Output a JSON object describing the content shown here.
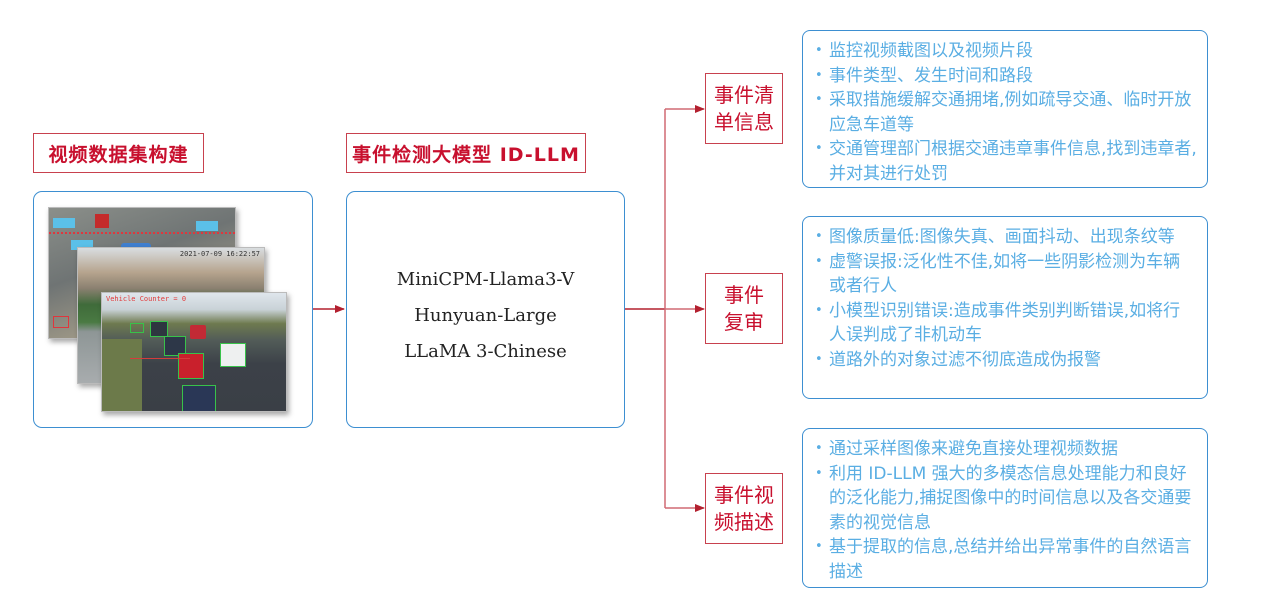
{
  "colors": {
    "label_red": "#c8102e",
    "box_blue": "#3d8fd1",
    "info_text_blue": "#5aaee3",
    "connector_red": "#b3202f"
  },
  "stage1": {
    "title": "视频数据集构建",
    "frames": {
      "frame2_timestamp": "2021-07-09 16:22:57",
      "frame3_overlay": "Vehicle Counter = 0"
    }
  },
  "stage2": {
    "title": "事件检测大模型 ID-LLM",
    "models": [
      "MiniCPM-Llama3-V",
      "Hunyuan-Large",
      "LLaMA 3-Chinese"
    ]
  },
  "outputs": [
    {
      "label_lines": [
        "事件清",
        "单信息"
      ],
      "bullets": [
        "监控视频截图以及视频片段",
        "事件类型、发生时间和路段",
        "采取措施缓解交通拥堵,例如疏导交通、临时开放应急车道等",
        "交通管理部门根据交通违章事件信息,找到违章者,并对其进行处罚"
      ]
    },
    {
      "label_lines": [
        "事件",
        "复审"
      ],
      "bullets": [
        "图像质量低:图像失真、画面抖动、出现条纹等",
        "虚警误报:泛化性不佳,如将一些阴影检测为车辆或者行人",
        "小模型识别错误:造成事件类别判断错误,如将行人误判成了非机动车",
        "道路外的对象过滤不彻底造成伪报警"
      ]
    },
    {
      "label_lines": [
        "事件视",
        "频描述"
      ],
      "bullets": [
        "通过采样图像来避免直接处理视频数据",
        "利用 ID-LLM 强大的多模态信息处理能力和良好的泛化能力,捕捉图像中的时间信息以及各交通要素的视觉信息",
        "基于提取的信息,总结并给出异常事件的自然语言描述"
      ]
    }
  ]
}
